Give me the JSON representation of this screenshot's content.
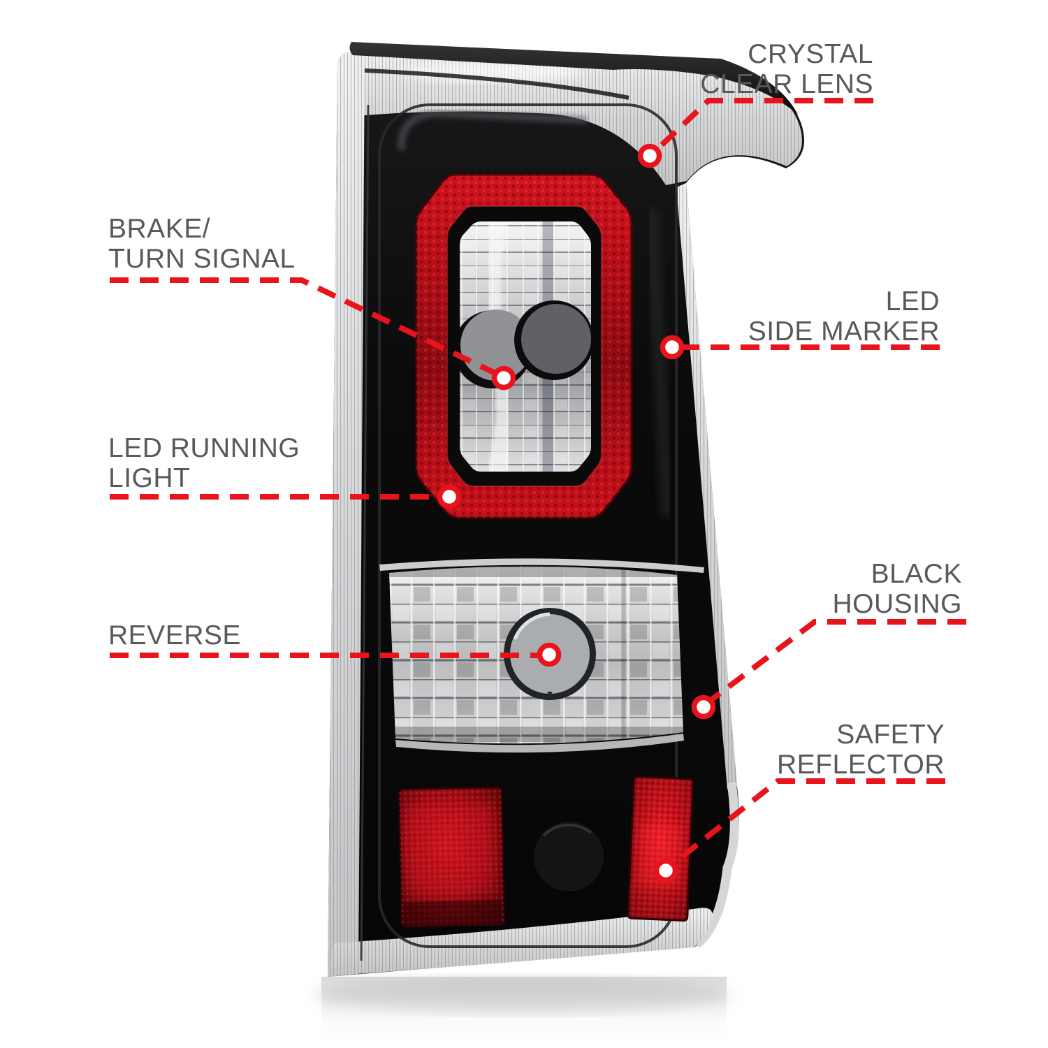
{
  "page": {
    "title": "Tail light features diagram",
    "background": "#ffffff"
  },
  "colors": {
    "label_text": "#58595b",
    "leader_red": "#e8131b",
    "housing_black": "#0c0c0c",
    "led_tube_red": "#b30e17",
    "reflector_red": "#c11019",
    "lens_silver": "#d9dadc"
  },
  "callouts": [
    {
      "id": "crystal-clear-lens",
      "line1": "CRYSTAL",
      "line2": "CLEAR LENS"
    },
    {
      "id": "brake-turn-signal",
      "line1": "BRAKE/",
      "line2": "TURN SIGNAL"
    },
    {
      "id": "led-side-marker",
      "line1": "LED",
      "line2": "SIDE MARKER"
    },
    {
      "id": "led-running-light",
      "line1": "LED RUNNING",
      "line2": "LIGHT"
    },
    {
      "id": "reverse",
      "line1": "REVERSE",
      "line2": ""
    },
    {
      "id": "black-housing",
      "line1": "BLACK",
      "line2": "HOUSING"
    },
    {
      "id": "safety-reflector",
      "line1": "SAFETY",
      "line2": "REFLECTOR"
    }
  ]
}
